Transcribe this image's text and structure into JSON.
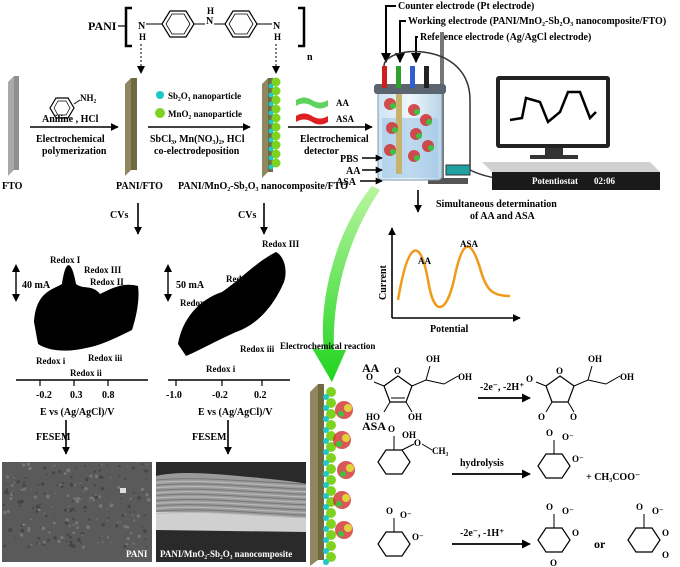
{
  "pani": {
    "label": "PANI",
    "n": "n",
    "atoms": {
      "n1": "N",
      "n2": "N",
      "n3": "N",
      "h1": "H",
      "h2": "H",
      "h3": "H"
    }
  },
  "electrode": {
    "counter": "Counter electrode (Pt electrode)",
    "working": "Working electrode (PANI/MnO₂-Sb₂O₃ nanocomposite/FTO)",
    "reference": "Reference  electrode (Ag/AgCl electrode)"
  },
  "steps": {
    "fto": "FTO",
    "aniline_label": "NH₂",
    "step1_line1": "Aniline , HCl",
    "step1_line2": "Electrochemical",
    "step1_line3": "polymerization",
    "pani_fto": "PANI/FTO",
    "sb_legend": "Sb₂O₃ nanoparticle",
    "mn_legend": "MnO₂ nanoparticle",
    "step2_line1": "SbCl₃, Mn(NO₃)₂, HCl",
    "step2_line2": "co-electrodeposition",
    "composite_fto": "PANI/MnO₂-Sb₂O₃ nanocomposite/FTO",
    "aa_legend": "AA",
    "asa_legend": "ASA",
    "detector_line1": "Electrochemical",
    "detector_line2": "detector",
    "pbs": "PBS",
    "aa_in": "AA",
    "asa_in": "ASA",
    "potentiostat": "Potentiostat",
    "time": "02:06",
    "simul_line1": "Simultaneous determination",
    "simul_line2": "of AA and ASA"
  },
  "dpv": {
    "xlabel": "Potential",
    "ylabel": "Current",
    "peak1": "AA",
    "peak2": "ASA"
  },
  "cv1": {
    "cvs": "CVs",
    "scale": "40 mA",
    "xlabel": "E vs (Ag/AgCl)/V",
    "ticks": [
      "-0.2",
      "0.3",
      "0.8"
    ],
    "redox": [
      "Redox I",
      "Redox II",
      "Redox III",
      "Redox i",
      "Redox ii",
      "Redox iii"
    ]
  },
  "cv2": {
    "cvs": "CVs",
    "scale": "50 mA",
    "xlabel": "E vs (Ag/AgCl)/V",
    "ticks": [
      "-1.0",
      "-0.2",
      "0.2"
    ],
    "redox": [
      "Redox I",
      "Redox II",
      "Redox III",
      "Redox i",
      "Redox iii"
    ]
  },
  "fesem": {
    "label1": "FESEM",
    "label2": "FESEM",
    "img1": "PANI",
    "img2": "PANI/MnO₂-Sb₂O₃ nanocomposite"
  },
  "reactions": {
    "title": "Electrochemical reaction",
    "aa": "AA",
    "asa": "ASA",
    "r1": "-2e⁻, -2H⁺",
    "hydrolysis": "hydrolysis",
    "acetate": "+ CH₃COO⁻",
    "r3": "-2e⁻, -1H⁺",
    "or": "or",
    "atoms": {
      "oh": "OH",
      "ho": "HO",
      "o": "O",
      "oneg": "O⁻",
      "ch3": "CH₃"
    }
  }
}
